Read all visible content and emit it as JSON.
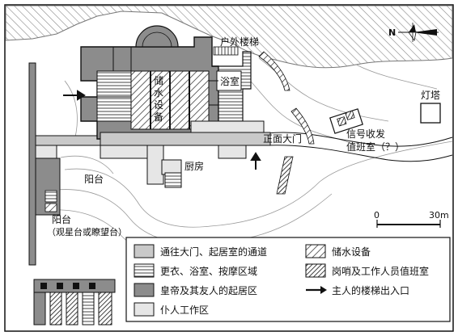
{
  "labels": {
    "outdoor_stair": "户外楼梯",
    "bath": "浴室",
    "storage_1": "储",
    "storage_2": "水",
    "storage_3": "设",
    "storage_4": "备",
    "main_gate": "正面大门",
    "kitchen": "厨房",
    "terrace": "阳台",
    "terrace_2": "阳台",
    "terrace_2_note": "（观星台或瞭望台）",
    "signal_room_1": "信号收发",
    "signal_room_2": "值班室（？）",
    "lighthouse": "灯塔"
  },
  "north": {
    "letter": "N"
  },
  "scale": {
    "zero": "0",
    "max": "30m"
  },
  "legend": {
    "items": [
      {
        "label": "通往大门、起居室的通道",
        "pattern": "light-gray"
      },
      {
        "label": "储水设备",
        "pattern": "hatch-wide"
      },
      {
        "label": "更衣、浴室、按摩区域",
        "pattern": "h-lines"
      },
      {
        "label": "岗哨及工作人员值班室",
        "pattern": "hatch-dense"
      },
      {
        "label": "皇帝及其友人的起居区",
        "pattern": "dark-gray"
      },
      {
        "label": "主人的楼梯出入口",
        "pattern": "arrow"
      },
      {
        "label": "仆人工作区",
        "pattern": "very-light-gray"
      }
    ]
  },
  "colors": {
    "imperial": "#8c8c8c",
    "passage": "#c9c9c9",
    "service": "#e6e6e6",
    "outline": "#111111"
  }
}
